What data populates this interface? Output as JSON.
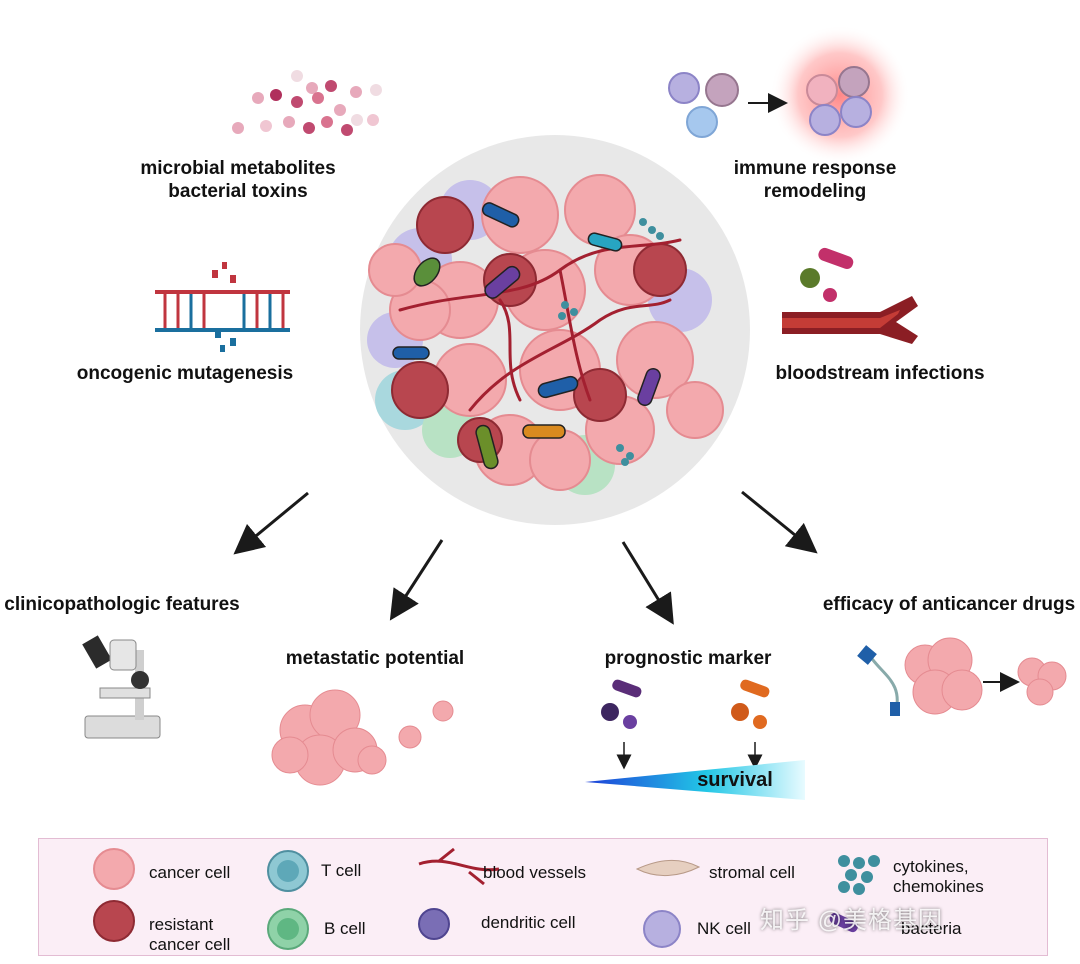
{
  "top_left": {
    "line1": "microbial metabolites",
    "line2": "bacterial toxins"
  },
  "top_right": {
    "line1": "immune response",
    "line2": "remodeling"
  },
  "mid_left": "oncogenic mutagenesis",
  "mid_right": "bloodstream infections",
  "outcomes": {
    "clinicopathologic": "clinicopathologic features",
    "metastatic": "metastatic potential",
    "prognostic": "prognostic marker",
    "survival": "survival",
    "efficacy": "efficacy of anticancer drugs"
  },
  "legend": {
    "cancer_cell": "cancer cell",
    "resistant_1": "resistant",
    "resistant_2": "cancer cell",
    "t_cell": "T cell",
    "b_cell": "B cell",
    "blood_vessels": "blood vessels",
    "dendritic_cell": "dendritic cell",
    "stromal_cell": "stromal cell",
    "nk_cell": "NK cell",
    "cytokines_1": "cytokines,",
    "cytokines_2": "chemokines",
    "bacteria": "bacteria"
  },
  "watermark": "知乎 @美格基因",
  "colors": {
    "cancer": "#f3a9ad",
    "resistant": "#b03a45",
    "t_cell": "#8ec8d3",
    "b_cell": "#8fd2a8",
    "nk_cell": "#b7b0e0",
    "dendritic": "#7a6eb5",
    "stromal": "#e6cfc0",
    "cytokine": "#3e8f9e",
    "vessel": "#a32030",
    "survival_gradient": [
      "#1d3fd8",
      "#22c7e6",
      "#ffffff"
    ]
  }
}
